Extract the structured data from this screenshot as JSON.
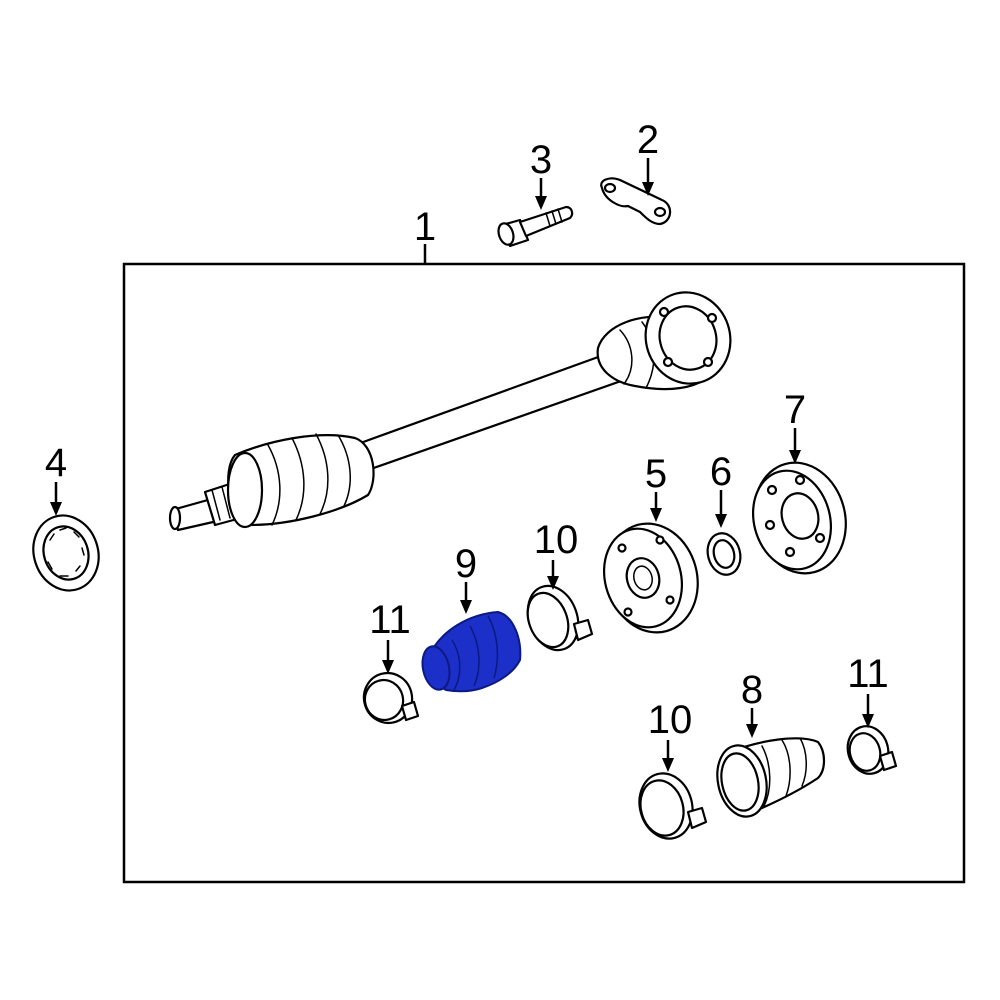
{
  "callouts": [
    {
      "id": "1",
      "label": "1"
    },
    {
      "id": "2",
      "label": "2"
    },
    {
      "id": "3",
      "label": "3"
    },
    {
      "id": "4",
      "label": "4"
    },
    {
      "id": "5",
      "label": "5"
    },
    {
      "id": "6",
      "label": "6"
    },
    {
      "id": "7",
      "label": "7"
    },
    {
      "id": "8",
      "label": "8"
    },
    {
      "id": "9",
      "label": "9"
    },
    {
      "id": "10a",
      "label": "10"
    },
    {
      "id": "10b",
      "label": "10"
    },
    {
      "id": "11a",
      "label": "11"
    },
    {
      "id": "11b",
      "label": "11"
    }
  ],
  "colors": {
    "line": "#000000",
    "background": "#ffffff",
    "panel": "#ffffff",
    "highlight_fill": "#1c2fc8",
    "highlight_stroke": "#0a1a80"
  },
  "highlighted_part": "9"
}
